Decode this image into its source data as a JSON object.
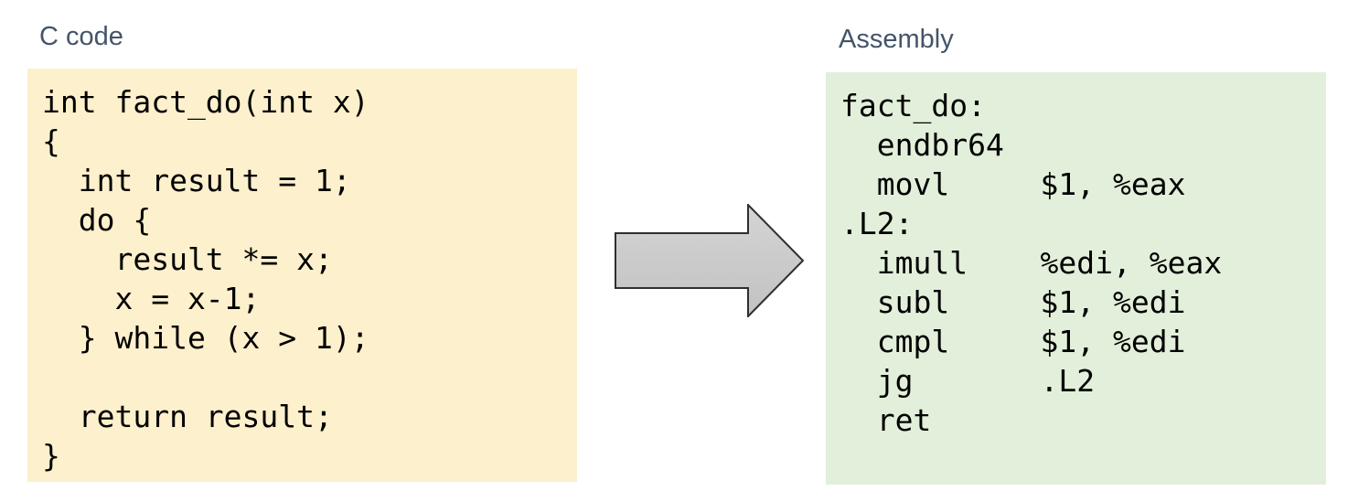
{
  "c_section": {
    "title": "C code",
    "background": "#fdf0cc",
    "code_lines": [
      "int fact_do(int x)",
      "{",
      "  int result = 1;",
      "  do {",
      "    result *= x;",
      "    x = x-1;",
      "  } while (x > 1);",
      "",
      "  return result;",
      "}"
    ]
  },
  "assembly_section": {
    "title": "Assembly",
    "background": "#e2efda",
    "code_lines": [
      "fact_do:",
      "  endbr64",
      "  movl     $1, %eax",
      ".L2:",
      "  imull    %edi, %eax",
      "  subl     $1, %edi",
      "  cmpl     $1, %edi",
      "  jg       .L2",
      "  ret"
    ]
  },
  "arrow": {
    "direction": "right",
    "meaning": "compilation from C code to assembly",
    "fill_top": "#d4d4d4",
    "fill_bottom": "#c2c2c2",
    "outline": "#2f2f2f"
  },
  "colors": {
    "title_text": "#44546a",
    "code_text": "#000000",
    "page_background": "#ffffff"
  }
}
